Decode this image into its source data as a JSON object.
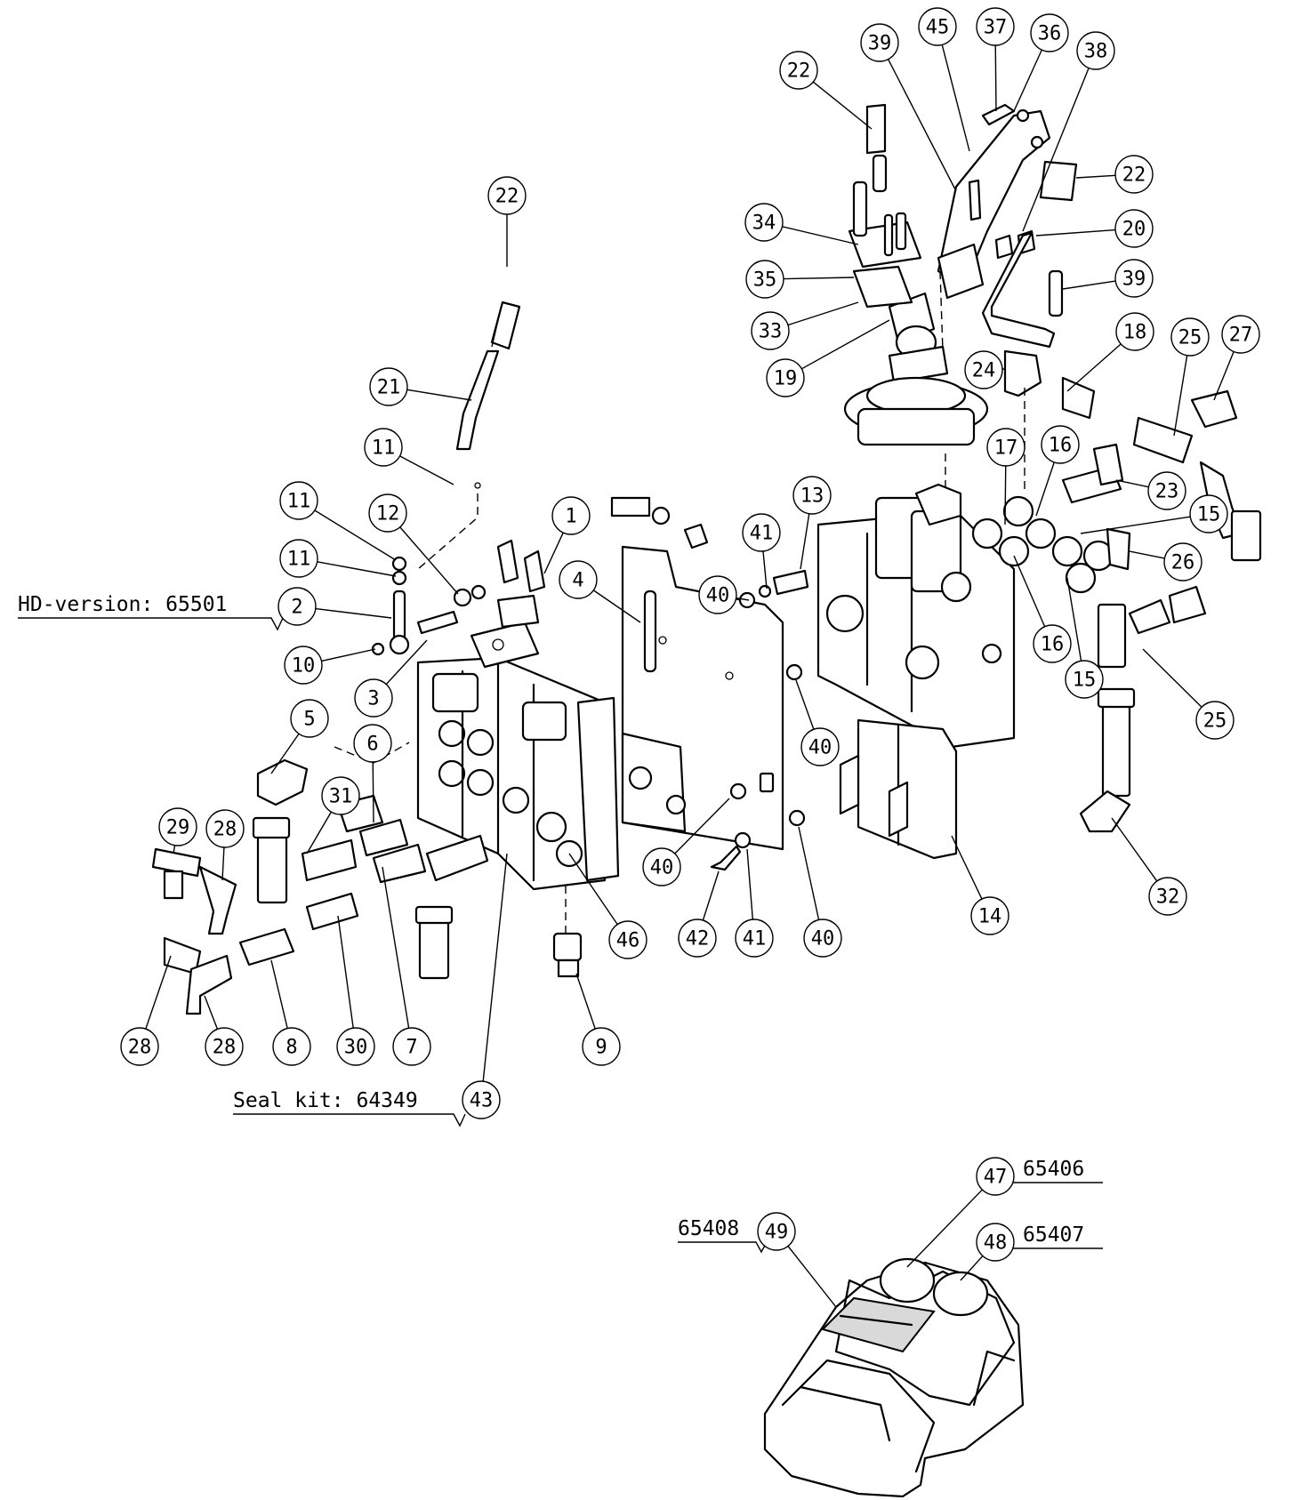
{
  "notes": {
    "hd_version": "HD-version: 65501",
    "seal_kit": "Seal kit: 64349",
    "part_65406": "65406",
    "part_65407": "65407",
    "part_65408": "65408"
  },
  "balloons": {
    "b1": "1",
    "b2": "2",
    "b3": "3",
    "b4": "4",
    "b5": "5",
    "b6": "6",
    "b7": "7",
    "b8": "8",
    "b9": "9",
    "b10": "10",
    "b11a": "11",
    "b11b": "11",
    "b11c": "11",
    "b12": "12",
    "b13": "13",
    "b14": "14",
    "b15a": "15",
    "b15b": "15",
    "b16a": "16",
    "b16b": "16",
    "b17": "17",
    "b18": "18",
    "b19": "19",
    "b20": "20",
    "b21": "21",
    "b22a": "22",
    "b22b": "22",
    "b22c": "22",
    "b23": "23",
    "b24": "24",
    "b25a": "25",
    "b25b": "25",
    "b26": "26",
    "b27": "27",
    "b28a": "28",
    "b28b": "28",
    "b28c": "28",
    "b29": "29",
    "b30": "30",
    "b31": "31",
    "b32": "32",
    "b33": "33",
    "b34": "34",
    "b35": "35",
    "b36": "36",
    "b37": "37",
    "b38": "38",
    "b39a": "39",
    "b39b": "39",
    "b40a": "40",
    "b40b": "40",
    "b40c": "40",
    "b40d": "40",
    "b41a": "41",
    "b41b": "41",
    "b42": "42",
    "b43": "43",
    "b45": "45",
    "b46": "46",
    "b47": "47",
    "b48": "48",
    "b49": "49"
  }
}
